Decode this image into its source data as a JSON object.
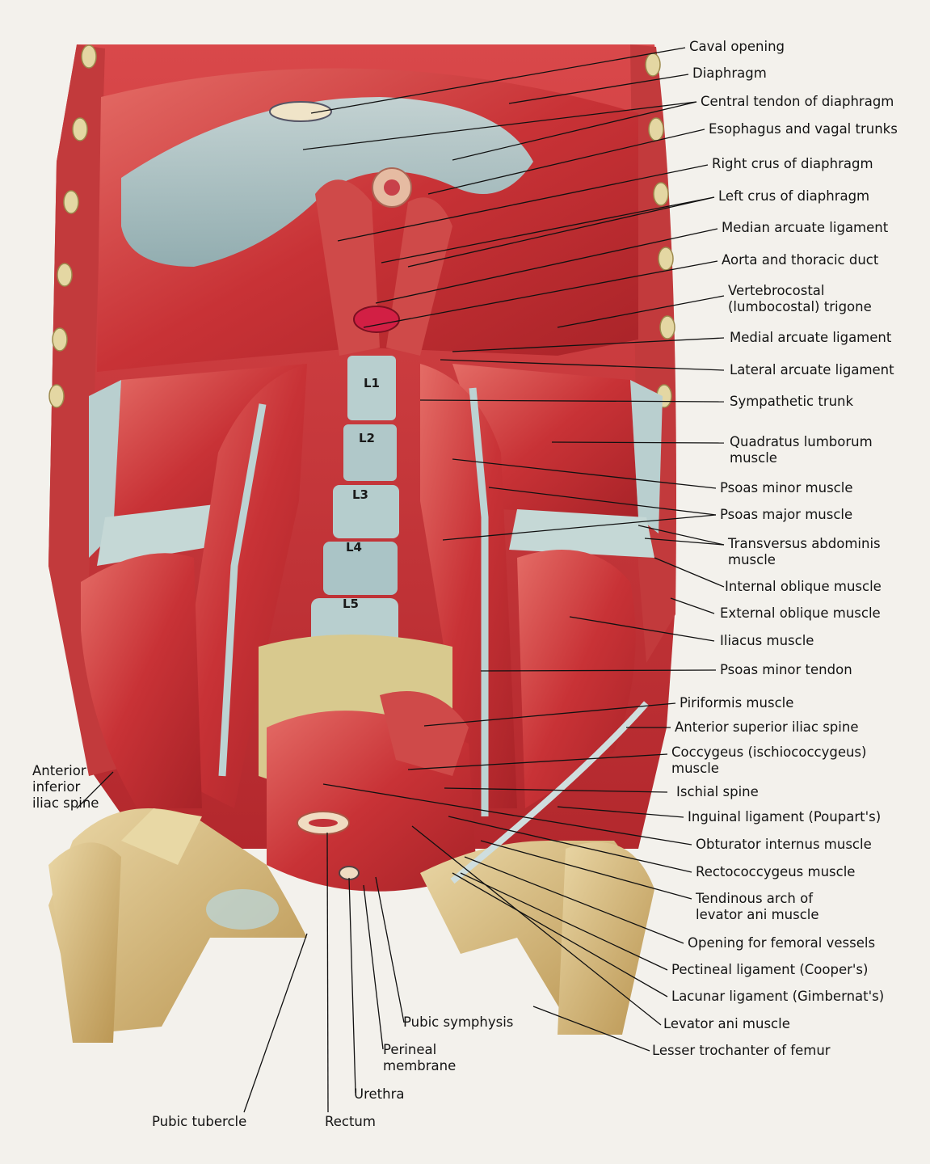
{
  "labels": {
    "caval_opening": "Caval opening",
    "diaphragm": "Diaphragm",
    "central_tendon": "Central tendon of diaphragm",
    "esophagus": "Esophagus and vagal trunks",
    "right_crus": "Right crus of diaphragm",
    "left_crus": "Left crus of diaphragm",
    "median_arcuate": "Median arcuate ligament",
    "aorta": "Aorta and thoracic duct",
    "vertebrocostal_1": "Vertebrocostal",
    "vertebrocostal_2": "(lumbocostal) trigone",
    "medial_arcuate": "Medial arcuate ligament",
    "lateral_arcuate": "Lateral arcuate ligament",
    "sympathetic_trunk": "Sympathetic trunk",
    "quadratus_1": "Quadratus lumborum",
    "quadratus_2": "muscle",
    "psoas_minor": "Psoas minor muscle",
    "psoas_major": "Psoas major muscle",
    "transversus_1": "Transversus abdominis",
    "transversus_2": "muscle",
    "internal_oblique": "Internal oblique muscle",
    "external_oblique": "External oblique muscle",
    "iliacus": "Iliacus muscle",
    "psoas_minor_tendon": "Psoas minor tendon",
    "piriformis": "Piriformis muscle",
    "asis": "Anterior superior iliac spine",
    "coccygeus_1": "Coccygeus (ischiococcygeus)",
    "coccygeus_2": "muscle",
    "ischial_spine": "Ischial spine",
    "inguinal": "Inguinal ligament (Poupart's)",
    "obturator": "Obturator internus muscle",
    "rectococcygeus": "Rectococcygeus muscle",
    "tendinous_arch_1": "Tendinous arch of",
    "tendinous_arch_2": "levator ani muscle",
    "femoral_opening": "Opening for femoral vessels",
    "pectineal": "Pectineal ligament (Cooper's)",
    "lacunar": "Lacunar ligament (Gimbernat's)",
    "levator_ani": "Levator ani muscle",
    "lesser_trochanter": "Lesser trochanter of femur",
    "aiis_1": "Anterior",
    "aiis_2": "inferior",
    "aiis_3": "iliac spine",
    "pubic_symphysis": "Pubic symphysis",
    "perineal_1": "Perineal",
    "perineal_2": "membrane",
    "urethra": "Urethra",
    "pubic_tubercle": "Pubic tubercle",
    "rectum": "Rectum"
  },
  "vertebrae": [
    "L1",
    "L2",
    "L3",
    "L4",
    "L5"
  ],
  "colors": {
    "muscle": "#c9383a",
    "muscle_light": "#e06a66",
    "tendon": "#a9c7c9",
    "bone": "#d9c08a",
    "leader": "#111111",
    "background": "#f3f1ec"
  }
}
